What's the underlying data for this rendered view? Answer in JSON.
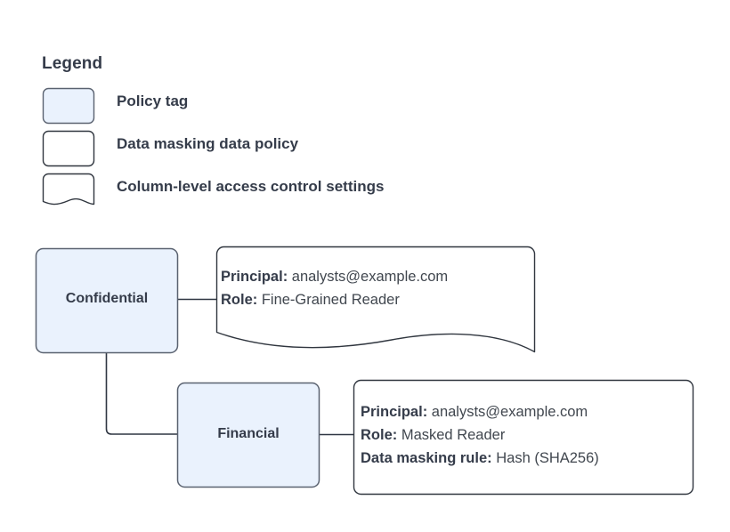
{
  "legend": {
    "title": "Legend",
    "items": [
      {
        "label": "Policy tag",
        "swatch": "rounded-rect-filled",
        "fill": "#eaf2fd",
        "stroke": "#5a6270"
      },
      {
        "label": "Data masking data policy",
        "swatch": "rounded-rect-plain",
        "fill": "#ffffff",
        "stroke": "#30363f"
      },
      {
        "label": "Column-level access control settings",
        "swatch": "document-wave",
        "fill": "#ffffff",
        "stroke": "#30363f"
      }
    ]
  },
  "diagram": {
    "nodes": [
      {
        "id": "confidential",
        "label": "Confidential",
        "type": "policy-tag",
        "fill": "#eaf2fd",
        "stroke": "#5a6270"
      },
      {
        "id": "financial",
        "label": "Financial",
        "type": "policy-tag",
        "fill": "#eaf2fd",
        "stroke": "#5a6270"
      }
    ],
    "callouts": [
      {
        "id": "callout-confidential",
        "shape": "document-wave",
        "lines": [
          {
            "key": "Principal:",
            "value": " analysts@example.com"
          },
          {
            "key": "Role:",
            "value": " Fine-Grained Reader"
          }
        ]
      },
      {
        "id": "callout-financial",
        "shape": "rounded-rect",
        "lines": [
          {
            "key": "Principal:",
            "value": " analysts@example.com"
          },
          {
            "key": "Role:",
            "value": " Masked Reader"
          },
          {
            "key": "Data masking rule:",
            "value": " Hash (SHA256)"
          }
        ]
      }
    ],
    "connectors": [
      {
        "from": "confidential",
        "to": "callout-confidential",
        "style": "straight"
      },
      {
        "from": "confidential",
        "to": "financial",
        "style": "elbow"
      },
      {
        "from": "financial",
        "to": "callout-financial",
        "style": "straight"
      }
    ]
  },
  "colors": {
    "background": "#ffffff",
    "text": "#353c4a",
    "node_fill": "#eaf2fd",
    "node_stroke": "#5a6270",
    "callout_stroke": "#30363f",
    "connector": "#2f3642"
  }
}
